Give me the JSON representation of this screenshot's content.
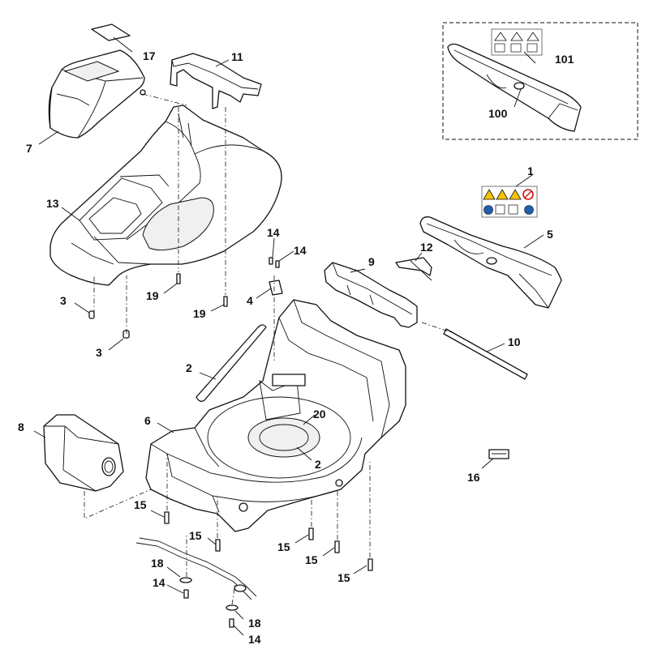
{
  "diagram": {
    "callouts": {
      "c1": "1",
      "c2a": "2",
      "c2b": "2",
      "c3a": "3",
      "c3b": "3",
      "c4": "4",
      "c5": "5",
      "c6": "6",
      "c7": "7",
      "c8": "8",
      "c9": "9",
      "c10": "10",
      "c11": "11",
      "c12": "12",
      "c13": "13",
      "c14a": "14",
      "c14b": "14",
      "c14c": "14",
      "c14d": "14",
      "c15a": "15",
      "c15b": "15",
      "c15c": "15",
      "c15d": "15",
      "c15e": "15",
      "c16": "16",
      "c17": "17",
      "c18a": "18",
      "c18b": "18",
      "c19a": "19",
      "c19b": "19",
      "c20": "20",
      "c100": "100",
      "c101": "101"
    }
  }
}
